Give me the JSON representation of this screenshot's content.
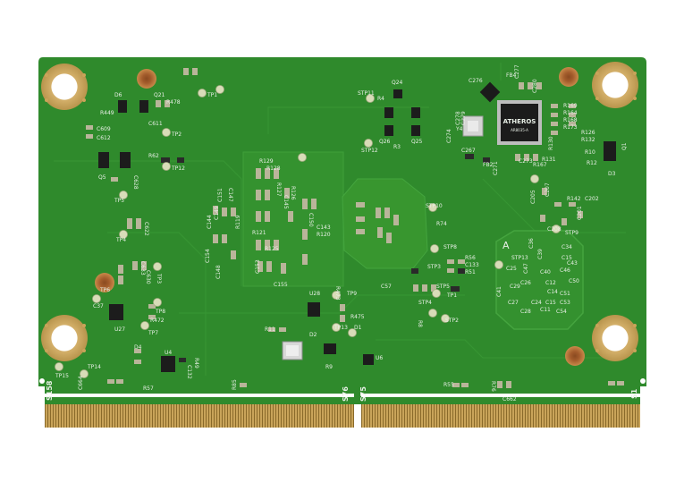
{
  "board": {
    "colors": {
      "pcb": "#2f8a2c",
      "pcb_dark": "#1f6b1f",
      "pcb_trace": "#3a9636",
      "gold": "#c9a45a",
      "gold_dark": "#a8843c",
      "copper_pad": "#b36a3a",
      "chip": "#1b1b1b",
      "silk": "#e8efe6"
    },
    "chip_brand": "ATHEROS",
    "chip_sub": "AR8035-A",
    "edge_labels": [
      "S158",
      "S76",
      "S75",
      "S1"
    ],
    "silkscreen": [
      "TP1",
      "R478",
      "Q21",
      "D6",
      "R449",
      "C611",
      "C609",
      "C612",
      "TP2",
      "R62",
      "TP12",
      "Q5",
      "TP5",
      "C628",
      "C622",
      "TP4",
      "C633",
      "C630",
      "TP6",
      "TP3",
      "C37",
      "R472",
      "TP8",
      "TP7",
      "U27",
      "U4",
      "D4",
      "C132",
      "R49",
      "R57",
      "TP14",
      "TP15",
      "C664",
      "STP11",
      "R4",
      "Q24",
      "Q26",
      "Q25",
      "STP12",
      "R3",
      "R129",
      "R128",
      "R127",
      "R126",
      "C147",
      "C144",
      "C145",
      "C149",
      "C151",
      "R119",
      "R121",
      "R125",
      "C154",
      "C148",
      "C150",
      "C153",
      "C155",
      "C143",
      "R120",
      "C57",
      "STP10",
      "R74",
      "STP8",
      "R56",
      "C133",
      "R51",
      "STP3",
      "STP5",
      "TP1",
      "STP4",
      "STP2",
      "R8",
      "U28",
      "R473",
      "R475",
      "TP9",
      "D2",
      "R11",
      "TP13",
      "D1",
      "U6",
      "R9",
      "R55",
      "R85",
      "R76",
      "C662",
      "C276",
      "FB4",
      "C277",
      "C280",
      "R169",
      "R164",
      "R168",
      "R173",
      "Y4",
      "C267",
      "C274",
      "C278",
      "C279",
      "R126",
      "R132",
      "C271",
      "FB2",
      "C273",
      "R131",
      "R10",
      "R12",
      "D3",
      "Q1",
      "R167",
      "R130",
      "C205",
      "C207",
      "R142",
      "C202",
      "C201",
      "STP9",
      "C208",
      "A",
      "STP13",
      "C36",
      "C34",
      "C25",
      "C39",
      "C29",
      "C26",
      "C41",
      "C47",
      "C27",
      "C28",
      "C40",
      "C12",
      "C14",
      "C46",
      "C50",
      "C51",
      "C53",
      "C54",
      "C24",
      "C11",
      "C15",
      "C15",
      "C43",
      "C42"
    ]
  }
}
